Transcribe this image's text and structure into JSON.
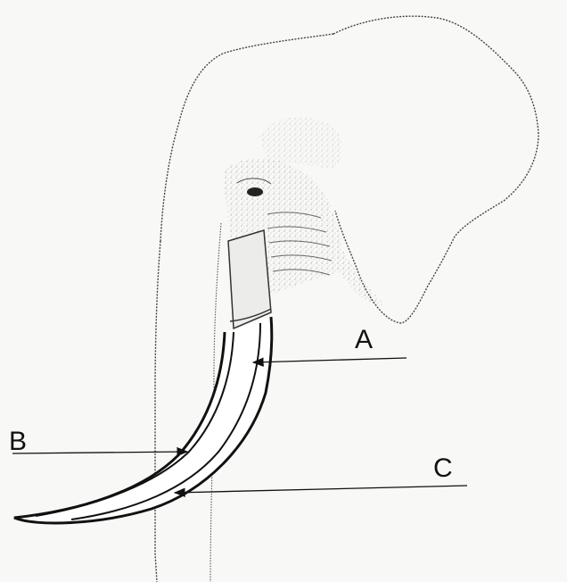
{
  "diagram": {
    "labels": {
      "a": "A",
      "b": "B",
      "c": "C"
    }
  },
  "colors": {
    "ink": "#111111",
    "paper": "#f8f8f6"
  }
}
